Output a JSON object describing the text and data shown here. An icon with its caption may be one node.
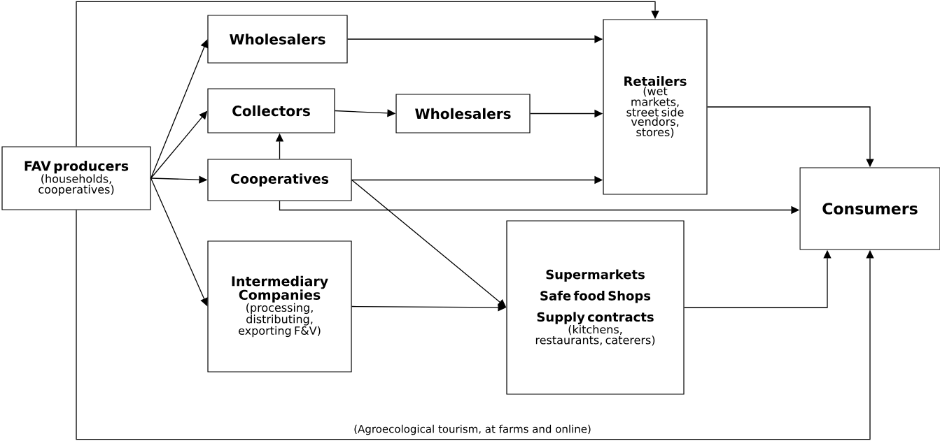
{
  "diagram": {
    "nodes": [
      {
        "text": [
          "FAV producers",
          "(households, cooperatives)"
        ]
      },
      {
        "text": [
          "Wholesalers"
        ]
      },
      {
        "text": [
          "Collectors"
        ]
      },
      {
        "text": [
          "Wholesalers"
        ]
      },
      {
        "text": [
          "Cooperatives"
        ]
      },
      {
        "text": [
          "Intermediary Companies",
          "(processing, distributing, exporting F&V)"
        ]
      },
      {
        "text": [
          "Retailers",
          "(wet markets, street side vendors, stores)"
        ]
      },
      {
        "text": [
          "Supermarkets",
          "Safe food Shops",
          "Supply contracts",
          "(kitchens, restaurants, caterers)"
        ]
      },
      {
        "text": [
          "Consumers"
        ]
      }
    ],
    "edges": [
      {
        "from": 0,
        "to": 1,
        "arrow": "to"
      },
      {
        "from": 0,
        "to": 2,
        "arrow": "to"
      },
      {
        "from": 0,
        "to": 4,
        "arrow": "to"
      },
      {
        "from": 0,
        "to": 5,
        "arrow": "to"
      },
      {
        "from": 0,
        "to": 6,
        "arrow": "to"
      },
      {
        "from": 0,
        "to": 8,
        "arrow": "to",
        "label": "(Agroecological tourism, at farms and online)"
      },
      {
        "from": 1,
        "to": 6,
        "arrow": "to"
      },
      {
        "from": 2,
        "to": 3,
        "arrow": "to"
      },
      {
        "from": 3,
        "to": 6,
        "arrow": "to"
      },
      {
        "from": 4,
        "to": 2,
        "arrow": "to"
      },
      {
        "from": 4,
        "to": 6,
        "arrow": "to"
      },
      {
        "from": 4,
        "to": 8,
        "arrow": "to"
      },
      {
        "from": 4,
        "to": 7,
        "arrow": "to"
      },
      {
        "from": 5,
        "to": 7,
        "arrow": "to"
      },
      {
        "from": 6,
        "to": 8,
        "arrow": "to"
      },
      {
        "from": 7,
        "to": 8,
        "arrow": "to"
      }
    ]
  }
}
